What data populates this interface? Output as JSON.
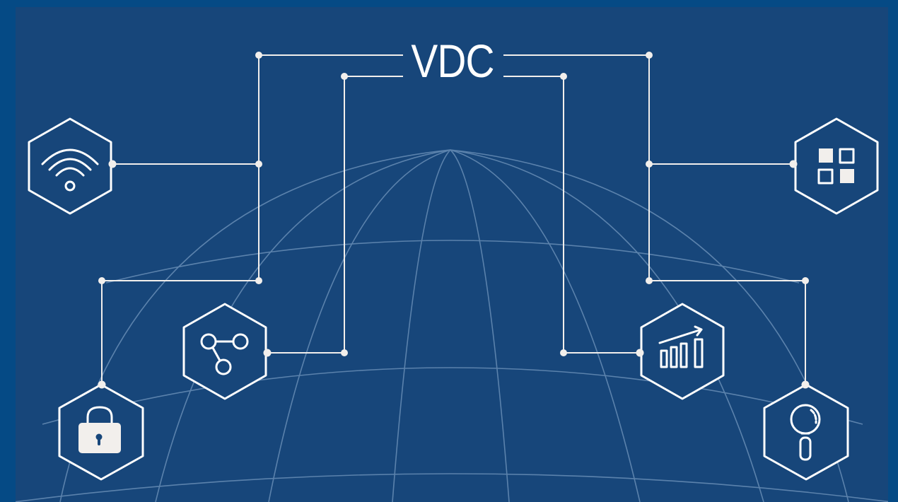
{
  "diagram": {
    "title": "VDC",
    "colors": {
      "outer_frame": "#054a85",
      "panel": "#17467a",
      "globe_lines": "#5b82ac",
      "connectors": "#f2efec",
      "icon_stroke": "#ffffff"
    },
    "nodes": [
      {
        "id": "wifi",
        "icon": "wifi-icon",
        "position": "top-left"
      },
      {
        "id": "share",
        "icon": "share-network-icon",
        "position": "middle-left"
      },
      {
        "id": "security",
        "icon": "lock-icon",
        "position": "bottom-left"
      },
      {
        "id": "apps",
        "icon": "grid-apps-icon",
        "position": "top-right"
      },
      {
        "id": "analytics",
        "icon": "bar-chart-growth-icon",
        "position": "middle-right"
      },
      {
        "id": "search",
        "icon": "magnifier-icon",
        "position": "bottom-right"
      }
    ],
    "background": "globe-wireframe"
  }
}
